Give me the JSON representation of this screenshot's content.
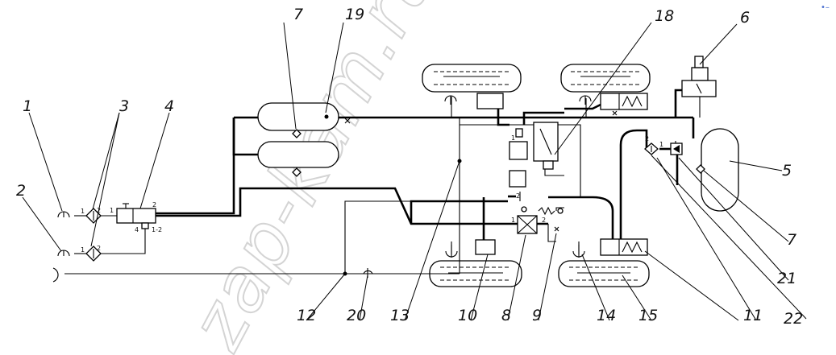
{
  "watermark": "zap-kam.ru",
  "corner_mark": "•–",
  "callouts": [
    {
      "id": "c1",
      "label": "1"
    },
    {
      "id": "c2",
      "label": "2"
    },
    {
      "id": "c3",
      "label": "3"
    },
    {
      "id": "c4",
      "label": "4"
    },
    {
      "id": "c5",
      "label": "5"
    },
    {
      "id": "c6",
      "label": "6"
    },
    {
      "id": "c7a",
      "label": "7"
    },
    {
      "id": "c7b",
      "label": "7"
    },
    {
      "id": "c8",
      "label": "8"
    },
    {
      "id": "c9",
      "label": "9"
    },
    {
      "id": "c10",
      "label": "10"
    },
    {
      "id": "c11",
      "label": "11"
    },
    {
      "id": "c12",
      "label": "12"
    },
    {
      "id": "c13",
      "label": "13"
    },
    {
      "id": "c14",
      "label": "14"
    },
    {
      "id": "c15",
      "label": "15"
    },
    {
      "id": "c18",
      "label": "18"
    },
    {
      "id": "c19",
      "label": "19"
    },
    {
      "id": "c20",
      "label": "20"
    },
    {
      "id": "c21",
      "label": "21"
    },
    {
      "id": "c22",
      "label": "22"
    }
  ],
  "port_marks": {
    "p1": "1",
    "p2": "2",
    "p4": "4",
    "p12": "1-2"
  }
}
